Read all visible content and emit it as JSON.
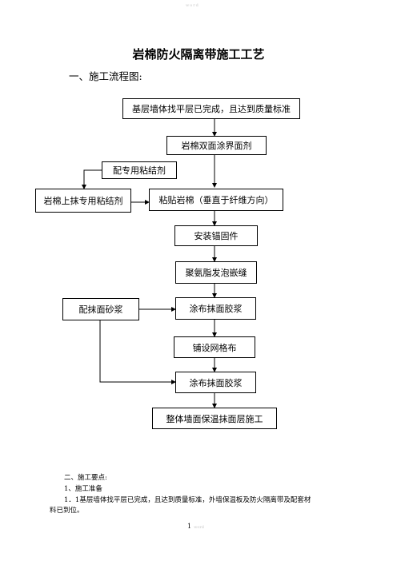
{
  "header": {
    "mark": "word"
  },
  "title": "岩棉防火隔离带施工工艺",
  "section1": "一、施工流程图:",
  "flow": {
    "step1": "基层墙体找平层已完成，且达到质量标准",
    "step2": "岩棉双面涂界面剂",
    "side_adhesive": "配专用粘结剂",
    "side_rockwool": "岩棉上抹专用粘结剂",
    "step3": "粘贴岩棉（垂直于纤维方向）",
    "step4": "安装锚固件",
    "step5": "聚氨脂发泡嵌缝",
    "side_mortar": "配抹面砂浆",
    "step6": "涂布抹面胶浆",
    "step7": "铺设网格布",
    "step8": "涂布抹面胶浆",
    "step9": "整体墙面保温抹面层施工"
  },
  "section2": {
    "heading": "二、施工要点:",
    "sub1": "1、施工准备",
    "para1_line1": "1．1基层墙体找平层已完成，且达到质量标准，外墙保温板及防火隔离带及配套材",
    "para1_line2": "料已到位。"
  },
  "footer": {
    "page": "1",
    "mark": "word"
  }
}
